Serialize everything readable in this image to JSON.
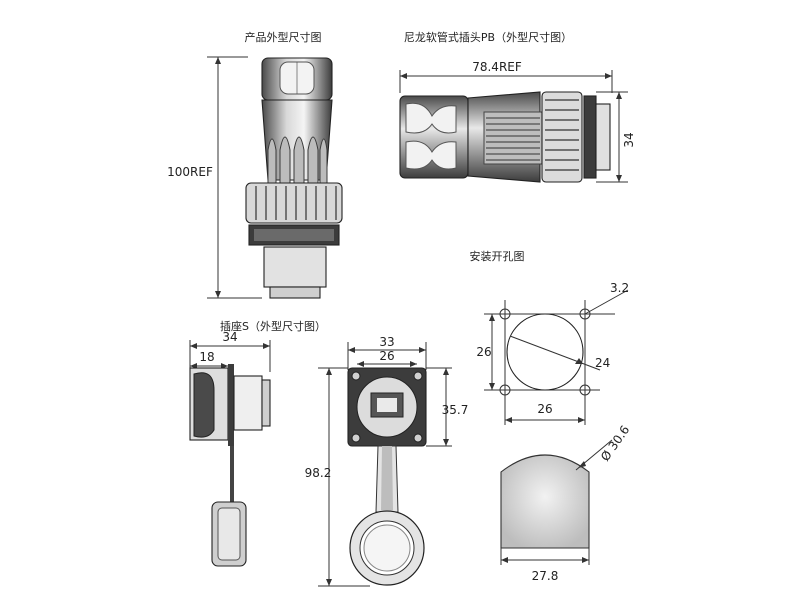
{
  "labels": {
    "product_outline": "产品外型尺寸图",
    "plug_outline": "尼龙软管式插头PB（外型尺寸图）",
    "panel_cutout": "安装开孔图",
    "socket_outline": "插座S（外型尺寸图）"
  },
  "dimensions": {
    "product_height": "100REF",
    "plug_length": "78.4REF",
    "plug_diameter": "34",
    "socket_width": "34",
    "socket_depth": "18",
    "flange_width": "33",
    "flange_inner": "26",
    "flange_height": "35.7",
    "cap_length": "98.2",
    "hole_spacing_v": "26",
    "hole_spacing_h": "26",
    "hole_diameter": "3.2",
    "center_hole": "24",
    "cutout_diameter": "Ø 30.6",
    "cutout_flat": "27.8"
  },
  "colors": {
    "line": "#333333",
    "body_dark": "#3a3a3a",
    "body_light": "#9a9a9a",
    "fill_light": "#e6e6e6"
  }
}
